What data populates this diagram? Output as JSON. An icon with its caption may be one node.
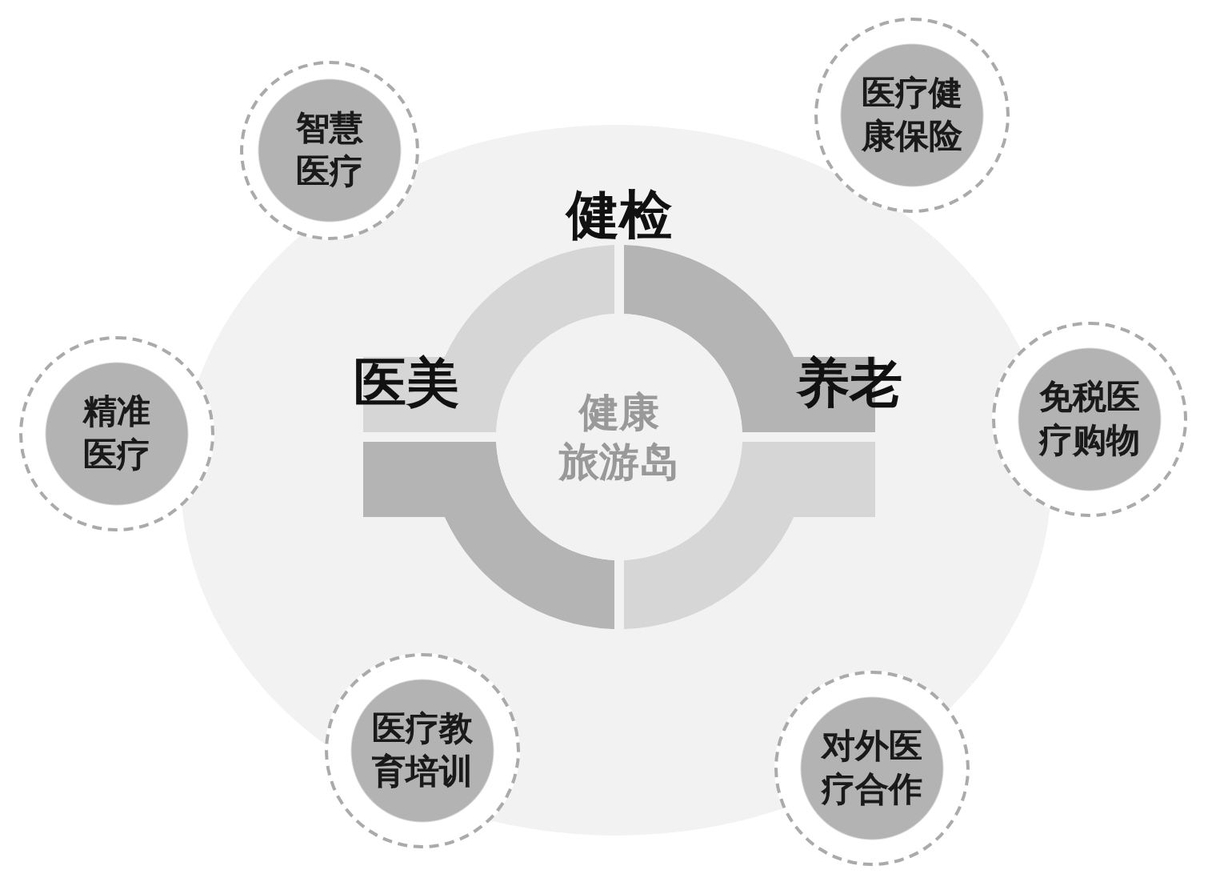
{
  "diagram": {
    "nodes": [
      {
        "text": [
          "健康旅游岛"
        ]
      },
      {
        "text": [
          "智慧医疗"
        ]
      },
      {
        "text": [
          "医疗健康保险"
        ]
      },
      {
        "text": [
          "精准医疗"
        ]
      },
      {
        "text": [
          "免税医疗购物"
        ]
      },
      {
        "text": [
          "医疗教育培训"
        ]
      },
      {
        "text": [
          "对外医疗合作"
        ]
      }
    ],
    "edges": [],
    "labels": [
      "健检",
      "医美",
      "养老"
    ]
  }
}
